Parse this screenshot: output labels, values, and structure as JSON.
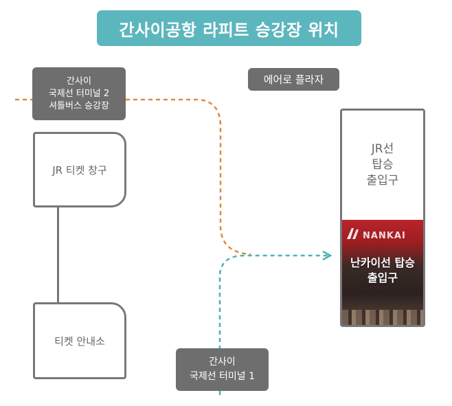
{
  "title": "간사이공항 라피트 승강장 위치",
  "shuttle_stop": {
    "line1": "간사이",
    "line2": "국제선 터미널 2",
    "line3": "셔틀버스 승강장"
  },
  "aeroplaza": "에어로 플라자",
  "jr_ticket_office": "JR 티켓 창구",
  "ticket_info": "티켓 안내소",
  "jr_gate": {
    "line1": "JR선",
    "line2": "탑승",
    "line3": "출입구"
  },
  "nankai_gate": {
    "brand": "NANKAI",
    "line1": "난카이선 탑승",
    "line2": "출입구"
  },
  "terminal1": {
    "line1": "간사이",
    "line2": "국제선 터미널 1"
  },
  "colors": {
    "title_bg": "#5cb6bd",
    "orange_path": "#e0893a",
    "teal_path": "#4fb0b5",
    "label_bg": "#6e6e6e",
    "border": "#777777"
  }
}
